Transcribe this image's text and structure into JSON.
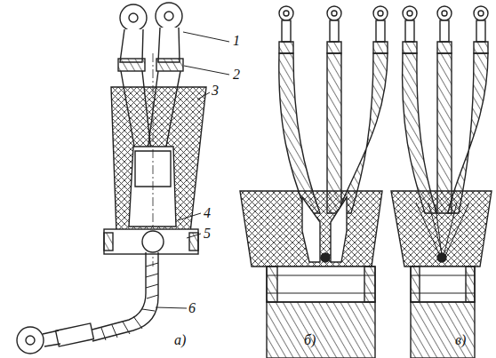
{
  "diagram": {
    "labels": [
      "1",
      "2",
      "3",
      "4",
      "5",
      "6",
      "а)",
      "б)",
      "в)"
    ]
  }
}
